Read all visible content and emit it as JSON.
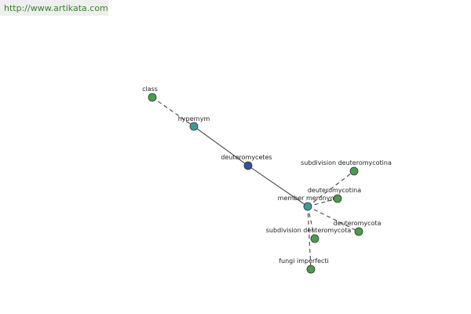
{
  "header": {
    "url": "http://www.artikata.com"
  },
  "graph": {
    "nodes": [
      {
        "id": "class",
        "label": "class",
        "kind": "green"
      },
      {
        "id": "hypernym",
        "label": "hypernym",
        "kind": "teal"
      },
      {
        "id": "deuteromycetes",
        "label": "deuteromycetes",
        "kind": "blue"
      },
      {
        "id": "member_meronym",
        "label": "member meronym",
        "kind": "teal"
      },
      {
        "id": "subdivision_deuteromycotina",
        "label": "subdivision deuteromycotina",
        "kind": "green"
      },
      {
        "id": "deuteromycotina",
        "label": "deuteromycotina",
        "kind": "green"
      },
      {
        "id": "deuteromycota",
        "label": "deuteromycota",
        "kind": "green"
      },
      {
        "id": "subdivision_deuteromycota",
        "label": "subdivision deuteromycota",
        "kind": "green"
      },
      {
        "id": "fungi_imperfecti",
        "label": "fungi imperfecti",
        "kind": "green"
      }
    ],
    "edges": [
      {
        "from": "class",
        "to": "hypernym",
        "style": "dashed"
      },
      {
        "from": "hypernym",
        "to": "deuteromycetes",
        "style": "solid"
      },
      {
        "from": "deuteromycetes",
        "to": "member_meronym",
        "style": "solid"
      },
      {
        "from": "member_meronym",
        "to": "subdivision_deuteromycotina",
        "style": "dashed"
      },
      {
        "from": "member_meronym",
        "to": "deuteromycotina",
        "style": "dashed"
      },
      {
        "from": "member_meronym",
        "to": "deuteromycota",
        "style": "dashed"
      },
      {
        "from": "member_meronym",
        "to": "subdivision_deuteromycota",
        "style": "dashed"
      },
      {
        "from": "member_meronym",
        "to": "fungi_imperfecti",
        "style": "dashed"
      }
    ],
    "colors": {
      "green": "#4f9a4f",
      "teal": "#3f9a9a",
      "blue": "#3a4f9a",
      "edge": "#333333",
      "stroke": "#2a3a2a"
    }
  }
}
